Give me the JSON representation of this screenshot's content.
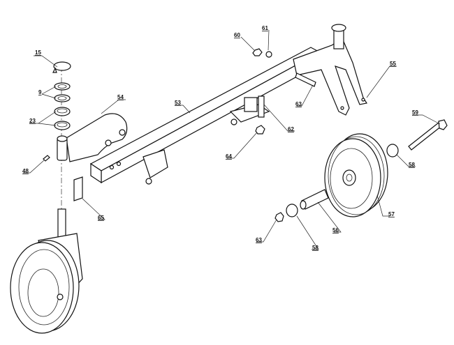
{
  "diagram": {
    "type": "exploded-parts-view",
    "callouts": [
      {
        "id": "15"
      },
      {
        "id": "9"
      },
      {
        "id": "23"
      },
      {
        "id": "48"
      },
      {
        "id": "54"
      },
      {
        "id": "53"
      },
      {
        "id": "60"
      },
      {
        "id": "61"
      },
      {
        "id": "55"
      },
      {
        "id": "63"
      },
      {
        "id": "62"
      },
      {
        "id": "64"
      },
      {
        "id": "65"
      },
      {
        "id": "59"
      },
      {
        "id": "58"
      },
      {
        "id": "57"
      },
      {
        "id": "56"
      },
      {
        "id": "63"
      },
      {
        "id": "58"
      }
    ]
  }
}
